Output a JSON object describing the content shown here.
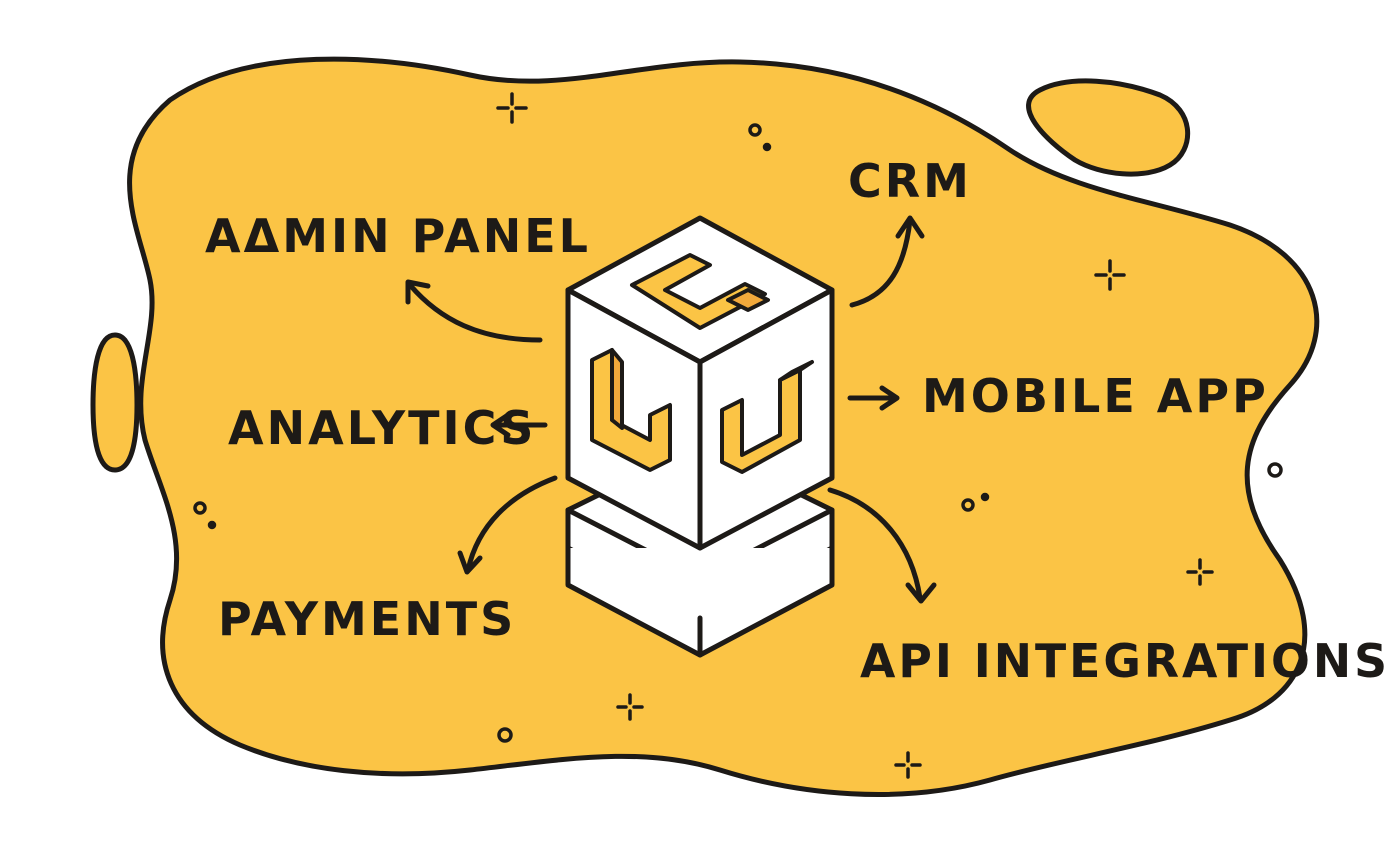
{
  "colors": {
    "background": "#ffffff",
    "blob": "#fbc445",
    "ink": "#1d1a17",
    "cube_face": "#ffffff"
  },
  "hub": {
    "icon": "letter-v-cube-icon",
    "pedestal_icon": "pedestal-icon"
  },
  "labels": {
    "admin_panel": "AΔMIN PANEL",
    "crm": "CRM",
    "mobile_app": "MOBILE APP",
    "analytics": "ANALYTICS",
    "payments": "PAYMENTS",
    "api_integrations": "API INTEGRATIONS"
  },
  "decorations": {
    "sparkle_icon": "sparkle-icon",
    "dot_icon": "dot-icon"
  }
}
